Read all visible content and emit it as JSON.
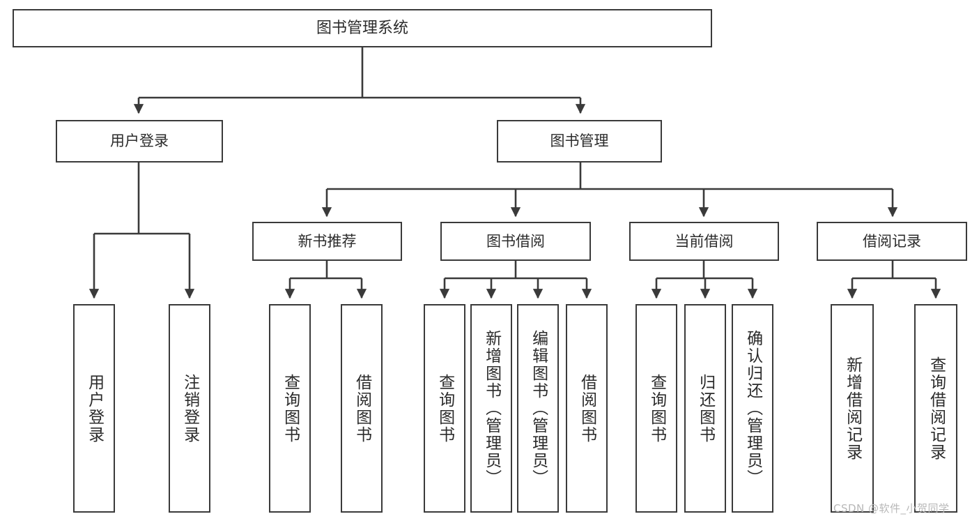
{
  "diagram": {
    "title": "图书管理系统",
    "type": "hierarchy-tree",
    "background_color": "#ffffff",
    "box_border_color": "#3a3a3a",
    "text_color": "#2b2b2b",
    "root": {
      "label": "图书管理系统",
      "children": [
        {
          "label": "用户登录",
          "children": [
            {
              "label": "用户登录"
            },
            {
              "label": "注销登录"
            }
          ]
        },
        {
          "label": "图书管理",
          "children": [
            {
              "label": "新书推荐",
              "children": [
                {
                  "label": "查询图书"
                },
                {
                  "label": "借阅图书"
                }
              ]
            },
            {
              "label": "图书借阅",
              "children": [
                {
                  "label": "查询图书"
                },
                {
                  "label": "新增图书（管理员）"
                },
                {
                  "label": "编辑图书（管理员）"
                },
                {
                  "label": "借阅图书"
                }
              ]
            },
            {
              "label": "当前借阅",
              "children": [
                {
                  "label": "查询图书"
                },
                {
                  "label": "归还图书"
                },
                {
                  "label": "确认归还（管理员）"
                }
              ]
            },
            {
              "label": "借阅记录",
              "children": [
                {
                  "label": "新增借阅记录"
                },
                {
                  "label": "查询借阅记录"
                }
              ]
            }
          ]
        }
      ]
    }
  },
  "nodes": {
    "root": "图书管理系统",
    "user_login": "用户登录",
    "book_manage": "图书管理",
    "new_book_rec": "新书推荐",
    "book_borrow": "图书借阅",
    "current_borrow": "当前借阅",
    "borrow_record": "借阅记录",
    "leaf_user_login": "用户登录",
    "leaf_logout": "注销登录",
    "leaf_query_book_1": "查询图书",
    "leaf_borrow_book_1": "借阅图书",
    "leaf_query_book_2": "查询图书",
    "leaf_add_book": "新增图书（管理员）",
    "leaf_edit_book": "编辑图书（管理员）",
    "leaf_borrow_book_2": "借阅图书",
    "leaf_query_book_3": "查询图书",
    "leaf_return_book": "归还图书",
    "leaf_confirm_return": "确认归还（管理员）",
    "leaf_add_record": "新增借阅记录",
    "leaf_query_record": "查询借阅记录"
  },
  "watermark": {
    "text": "CSDN @软件_小贺同学",
    "color": "#b8b8b8"
  }
}
